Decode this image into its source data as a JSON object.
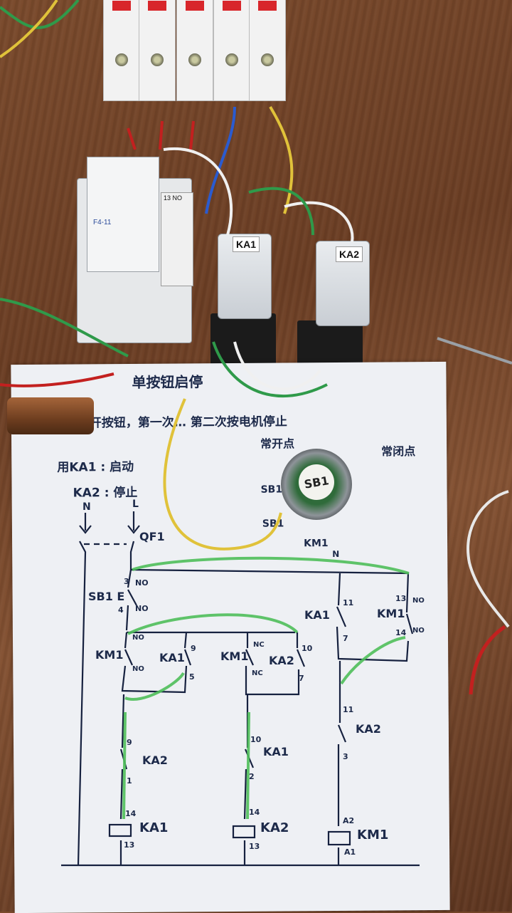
{
  "devices": {
    "relay1_label": "KA1",
    "relay2_label": "KA2",
    "aux_block_label": "F4-11",
    "aux_contact_label": "13 NO",
    "push_button_label": "SB1"
  },
  "diagram": {
    "title_line1": "单按钮启停",
    "title_line2": "开按钮，第一次… 第二次按电机停止",
    "note_no": "常开点",
    "note_nc": "常闭点",
    "legend_ka1": "用KA1 : 启动",
    "legend_ka2": "KA2 : 停止",
    "sb1_a": "SB1",
    "sb1_b": "SB1",
    "km1_small": "KM1",
    "n_small": "N",
    "n_label": "N",
    "l_label": "L",
    "qf1": "QF1",
    "sb1e": "SB1 E",
    "no1": "NO",
    "no2": "NO",
    "n3": "3",
    "n4": "4",
    "km1_left": "KM1",
    "ka1_left": "KA1",
    "no_km1a": "NO",
    "no_km1b": "NO",
    "n9a": "9",
    "n5": "5",
    "km1_mid": "KM1",
    "ka2_mid": "KA2",
    "nc_a": "NC",
    "nc_b": "NC",
    "n10a": "10",
    "n7a": "7",
    "ka1_right": "KA1",
    "n11a": "11",
    "n7b": "7",
    "km1_right": "KM1",
    "n13": "13",
    "no_r1": "NO",
    "n14a": "14",
    "no_r2": "NO",
    "n9b": "9",
    "ka2_low": "KA2",
    "n1a": "1",
    "n10b": "10",
    "ka1_low": "KA1",
    "n2": "2",
    "n11b": "11",
    "ka2_right_low": "KA2",
    "n3b": "3",
    "n14b": "14",
    "coil_ka1": "KA1",
    "n13b": "13",
    "n14c": "14",
    "coil_ka2": "KA2",
    "n13c": "13",
    "a2": "A2",
    "coil_km1": "KM1",
    "a1": "A1"
  }
}
